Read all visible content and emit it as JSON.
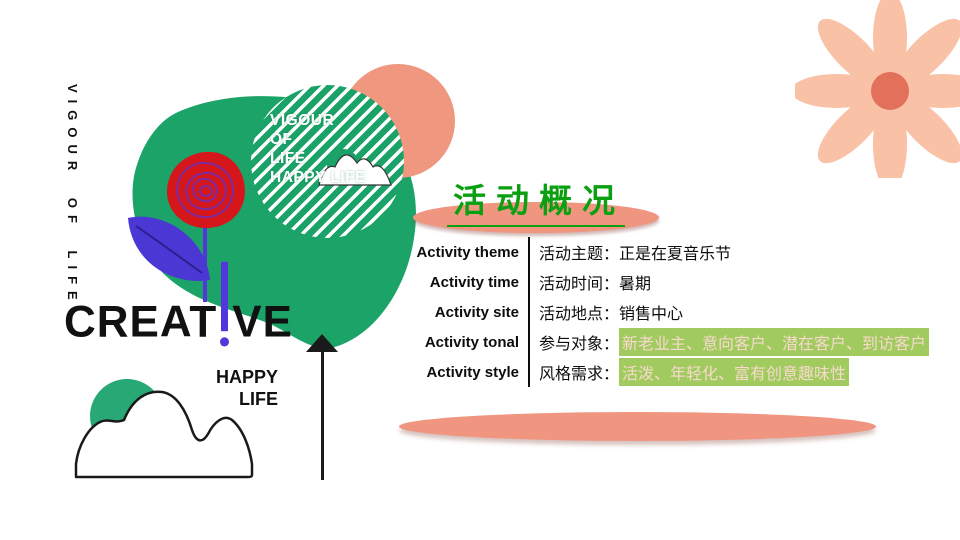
{
  "colors": {
    "salmon": "#ef9580",
    "salmon_light": "#f9c2a7",
    "flower_center": "#e2705b",
    "green": "#1ba268",
    "title_green": "#0aa011",
    "highlight_bg": "#a1cb5f",
    "highlight_text": "#f7d9cd",
    "rose_red": "#d5161b",
    "purple": "#5238da",
    "ink": "#111111"
  },
  "left_art": {
    "vertical_text": "VIGOUR OF LIFE",
    "badge_lines": [
      "VIGOUR",
      "OF",
      "LIFE",
      "HAPPY LIFE"
    ],
    "creative_part1": "CREAT",
    "creative_part2": "VE",
    "happy_line1": "HAPPY",
    "happy_line2": "LIFE"
  },
  "header": {
    "title": "活动概况"
  },
  "table": {
    "rows": [
      {
        "label": "Activity theme",
        "prefix": "活动主题：正是在夏音乐节",
        "highlight": ""
      },
      {
        "label": "Activity time",
        "prefix": "活动时间：暑期",
        "highlight": ""
      },
      {
        "label": "Activity site",
        "prefix": "活动地点：销售中心",
        "highlight": ""
      },
      {
        "label": "Activity tonal",
        "prefix": "参与对象：",
        "highlight": "新老业主、意向客户、潜在客户、到访客户"
      },
      {
        "label": "Activity style",
        "prefix": "风格需求：",
        "highlight": "活泼、年轻化、富有创意趣味性"
      }
    ]
  }
}
